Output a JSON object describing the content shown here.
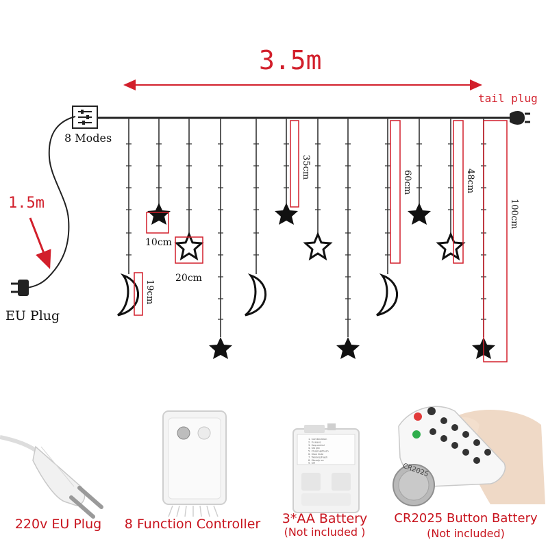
{
  "diagram": {
    "total_length": "3.5m",
    "tail_plug": "tail plug",
    "modes": "8 Modes",
    "lead_length": "1.5m",
    "eu_plug": "EU Plug",
    "dims": {
      "d10": "10cm",
      "d20": "20cm",
      "d19": "19cm",
      "d35": "35cm",
      "d60": "60cm",
      "d48": "48cm",
      "d100": "100cm"
    }
  },
  "products": [
    {
      "title": "220v EU Plug",
      "note": "",
      "icon": "eu-plug-icon"
    },
    {
      "title": "8 Function Controller",
      "note": "",
      "icon": "controller-box-icon"
    },
    {
      "title": "3*AA Battery",
      "note": "(Not included )",
      "icon": "battery-box-icon"
    },
    {
      "title": "CR2025 Button Battery",
      "note": "(Not included)",
      "icon": "remote-and-coin-cell-icon"
    }
  ],
  "battery_box_text": [
    "1. Combination",
    "2. In wave",
    "3. Sequential",
    "4. Slo glo",
    "5. Chasing/Flash",
    "6. Slow fade",
    "7. Twinkle/Flash",
    "8. Steady on",
    "9. Off"
  ],
  "coin_cell_text": "CR2025",
  "colors": {
    "accent_red": "#d21f2b",
    "caption_red": "#c8141e",
    "line": "#222222"
  }
}
